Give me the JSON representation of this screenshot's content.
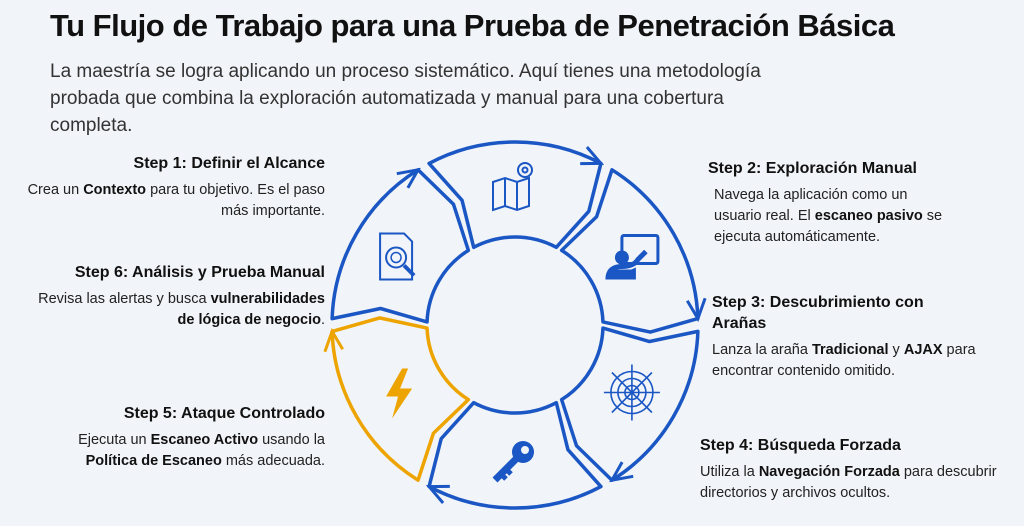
{
  "title": "Tu Flujo de Trabajo para una Prueba de Penetración Básica",
  "subtitle": "La maestría se logra aplicando un proceso sistemático. Aquí tienes una metodología probada que combina la exploración automatizada y manual para una cobertura completa.",
  "colors": {
    "blue": "#1a56c4",
    "orange": "#eea400"
  },
  "steps": [
    {
      "title": "Step 1: Definir el Alcance",
      "t1": "Crea un ",
      "b1": "Contexto",
      "t2": " para tu objetivo. Es el paso más importante.",
      "b2": "",
      "t3": "",
      "icon": "map-target-icon"
    },
    {
      "title": "Step 2: Exploración Manual",
      "t1": "Navega la aplicación como un usuario real. El ",
      "b1": "escaneo pasivo",
      "t2": " se ejecuta automáticamente.",
      "b2": "",
      "t3": "",
      "icon": "user-browser-icon"
    },
    {
      "title": "Step 3: Descubrimiento con Arañas",
      "t1": "Lanza la araña ",
      "b1": "Tradicional",
      "t2": " y ",
      "b2": "AJAX",
      "t3": " para encontrar contenido omitido.",
      "icon": "spider-web-icon"
    },
    {
      "title": "Step 4: Búsqueda Forzada",
      "t1": "Utiliza la ",
      "b1": "Navegación Forzada",
      "t2": " para descubrir directorios y archivos ocultos.",
      "b2": "",
      "t3": "",
      "icon": "key-icon"
    },
    {
      "title": "Step 5: Ataque Controlado",
      "t1": "Ejecuta un ",
      "b1": "Escaneo Activo",
      "t2": " usando la ",
      "b2": "Política de Escaneo",
      "t3": " más adecuada.",
      "icon": "lightning-icon"
    },
    {
      "title": "Step 6: Análisis y Prueba Manual",
      "t1": "Revisa las alertas y busca ",
      "b1": "vulnerabilidades de lógica de negocio",
      "t2": ".",
      "b2": "",
      "t3": "",
      "icon": "document-analysis-icon"
    }
  ]
}
